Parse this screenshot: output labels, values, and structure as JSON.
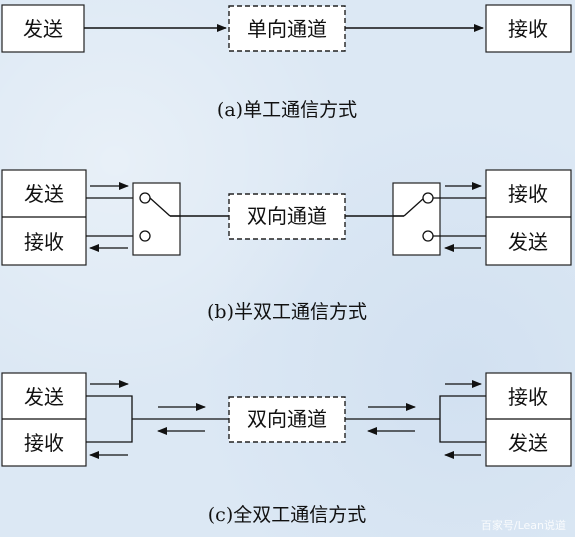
{
  "panel_a": {
    "send_label": "发送",
    "channel_label": "单向通道",
    "receive_label": "接收",
    "caption": "(a)单工通信方式"
  },
  "panel_b": {
    "left_top_label": "发送",
    "left_bottom_label": "接收",
    "channel_label": "双向通道",
    "right_top_label": "接收",
    "right_bottom_label": "发送",
    "caption": "(b)半双工通信方式"
  },
  "panel_c": {
    "left_top_label": "发送",
    "left_bottom_label": "接收",
    "channel_label": "双向通道",
    "right_top_label": "接收",
    "right_bottom_label": "发送",
    "caption": "(c)全双工通信方式"
  },
  "watermark": "百家号/Lean说道"
}
